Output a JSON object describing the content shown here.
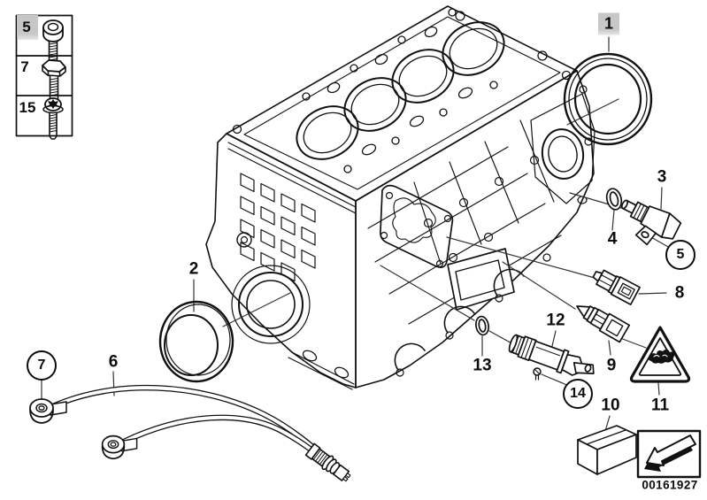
{
  "fastener_legend": {
    "rows": [
      {
        "number": "5",
        "highlighted": true,
        "icon": "socket-head-bolt-icon"
      },
      {
        "number": "7",
        "highlighted": false,
        "icon": "hex-head-bolt-icon"
      },
      {
        "number": "15",
        "highlighted": false,
        "icon": "torx-flange-bolt-icon"
      }
    ]
  },
  "callouts": [
    {
      "label": "1",
      "style": "highlighted",
      "part": "rear-crankshaft-seal"
    },
    {
      "label": "2",
      "style": "plain",
      "part": "front-crankshaft-seal"
    },
    {
      "label": "3",
      "style": "plain",
      "part": "camshaft-position-sensor"
    },
    {
      "label": "4",
      "style": "plain",
      "part": "o-ring"
    },
    {
      "label": "5",
      "style": "circled",
      "part": "fastener-reference"
    },
    {
      "label": "6",
      "style": "plain",
      "part": "earth-cable"
    },
    {
      "label": "7",
      "style": "circled",
      "part": "fastener-reference"
    },
    {
      "label": "8",
      "style": "plain",
      "part": "oil-pressure-switch"
    },
    {
      "label": "9",
      "style": "plain",
      "part": "temperature-sensor"
    },
    {
      "label": "10",
      "style": "plain",
      "part": "sealing-compound-block"
    },
    {
      "label": "11",
      "style": "plain",
      "part": "warning-triangle-decal"
    },
    {
      "label": "12",
      "style": "plain",
      "part": "solenoid-valve"
    },
    {
      "label": "13",
      "style": "plain",
      "part": "o-ring-small"
    },
    {
      "label": "14",
      "style": "circled",
      "part": "fastener-reference"
    }
  ],
  "stamp": {
    "image_code": "00161927",
    "icon": "return-arrow-icon"
  },
  "colors": {
    "line": "#111111",
    "leader": "#333333",
    "highlight": "#c7c7c7",
    "background": "#ffffff"
  }
}
